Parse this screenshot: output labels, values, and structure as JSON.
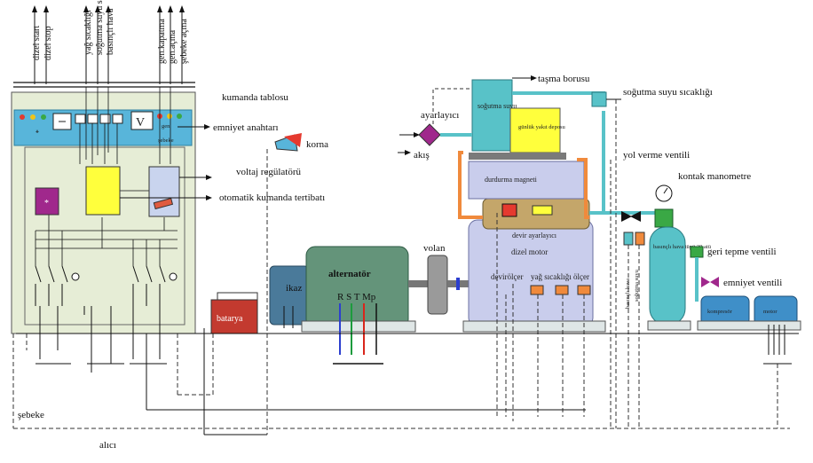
{
  "top_outputs": [
    "dizel start",
    "dizel stop",
    "yağ sıcaklığı",
    "soğutma suyu sıcaklığı",
    "basınçlı hava",
    "gen.kapatma",
    "gen.açma",
    "şebeke açma"
  ],
  "labels": {
    "kumanda_tablosu": "kumanda tablosu",
    "emniyet_anahtari": "emniyet anahtarı",
    "korna": "korna",
    "voltaj_regulatoru": "voltaj regülatörü",
    "otomatik_kumanda": "otomatik kumanda tertibatı",
    "sebeke_panel": "şebeke",
    "gen": "gen",
    "batarya": "batarya",
    "ikaz": "ikaz",
    "alternator": "alternatör",
    "rstmp": "R  S  T  Mp",
    "volan": "volan",
    "tasma_borusu": "taşma borusu",
    "sogutma_suyu_sicakligi": "soğutma suyu sıcaklığı",
    "ayarlayici": "ayarlayıcı",
    "akis": "akış",
    "sogutma_suyu_tank": "soğutma suyu",
    "gunluk_yakit": "günlük yakıt deposu",
    "durdurma_magneti": "durdurma magneti",
    "devir_ayarlayici": "devir ayarlayıcı",
    "dizel_motor": "dizel motor",
    "devirolcer": "devirölçer",
    "yag_sicakligi_olcer": "yağ sıcaklığı ölçer",
    "yol_verme": "yol verme ventili",
    "kontak_manometre": "kontak manometre",
    "basincli_hava_tupu": "basınçlı hava tüpü 30 atü",
    "geri_tepme": "geri tepme ventili",
    "emniyet_ventili": "emniyet ventili",
    "kompresor": "kompresör",
    "motor": "motor",
    "basincli_hava_vert": "basınçlı hava",
    "sogutma_suyu_vert": "soğutma suyu",
    "sebeke_bottom": "şebeke",
    "alici": "alıcı"
  }
}
